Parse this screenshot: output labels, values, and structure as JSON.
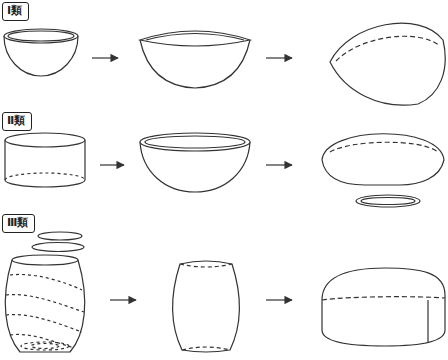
{
  "diagram": {
    "nodes": [
      {
        "text": [
          "Ⅰ類"
        ]
      },
      {
        "text": [
          "Ⅱ類"
        ]
      },
      {
        "text": [
          "Ⅲ類"
        ]
      }
    ]
  }
}
